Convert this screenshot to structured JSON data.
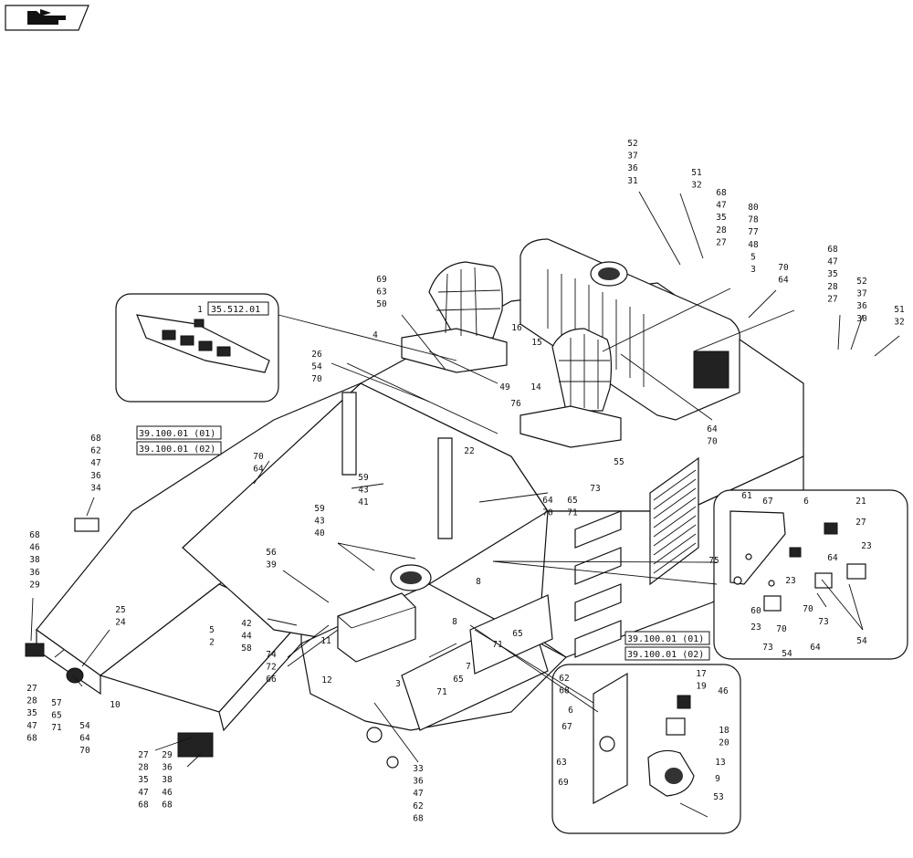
{
  "nav_icon": "return-arrow-icon",
  "callouts": [
    {
      "id": "c1",
      "lines": [
        "52",
        "37",
        "36",
        "31"
      ]
    },
    {
      "id": "c2",
      "lines": [
        "51",
        "32"
      ]
    },
    {
      "id": "c3",
      "lines": [
        "68",
        "47",
        "35",
        "28",
        "27"
      ]
    },
    {
      "id": "c4",
      "lines": [
        "80",
        "78",
        "77",
        "48",
        "5",
        "3"
      ]
    },
    {
      "id": "c5",
      "lines": [
        "70",
        "64"
      ]
    },
    {
      "id": "c6",
      "lines": [
        "68",
        "47",
        "35",
        "28",
        "27"
      ]
    },
    {
      "id": "c7",
      "lines": [
        "52",
        "37",
        "36",
        "30"
      ]
    },
    {
      "id": "c8",
      "lines": [
        "51",
        "32"
      ]
    },
    {
      "id": "c9",
      "lines": [
        "69",
        "63",
        "50"
      ]
    },
    {
      "id": "c10",
      "lines": [
        "26",
        "54",
        "70"
      ]
    },
    {
      "id": "c11",
      "lines": [
        "68",
        "62",
        "47",
        "36",
        "34"
      ]
    },
    {
      "id": "c12",
      "lines": [
        "68",
        "46",
        "38",
        "36",
        "29"
      ]
    },
    {
      "id": "c13",
      "lines": [
        "27",
        "28",
        "35",
        "47",
        "68"
      ]
    },
    {
      "id": "c14",
      "lines": [
        "57",
        "65",
        "71"
      ]
    },
    {
      "id": "c15",
      "lines": [
        "54",
        "64",
        "70"
      ]
    },
    {
      "id": "c16",
      "lines": [
        "25",
        "24"
      ]
    },
    {
      "id": "c17",
      "lines": [
        "27",
        "28",
        "35",
        "47",
        "68"
      ]
    },
    {
      "id": "c18",
      "lines": [
        "29",
        "36",
        "38",
        "46",
        "68"
      ]
    },
    {
      "id": "c19",
      "lines": [
        "33",
        "36",
        "47",
        "62",
        "68"
      ]
    },
    {
      "id": "c20",
      "lines": [
        "70",
        "64"
      ]
    },
    {
      "id": "c21",
      "lines": [
        "59",
        "43",
        "41"
      ]
    },
    {
      "id": "c22",
      "lines": [
        "59",
        "43",
        "40"
      ]
    },
    {
      "id": "c23",
      "lines": [
        "56",
        "39"
      ]
    },
    {
      "id": "c24",
      "lines": [
        "42",
        "44",
        "58"
      ]
    },
    {
      "id": "c25",
      "lines": [
        "5",
        "2"
      ]
    },
    {
      "id": "c26",
      "lines": [
        "74",
        "72",
        "66"
      ]
    },
    {
      "id": "c27",
      "lines": [
        "64",
        "70"
      ]
    },
    {
      "id": "c28",
      "lines": [
        "64",
        "70"
      ]
    },
    {
      "id": "c29",
      "lines": [
        "65",
        "71"
      ]
    },
    {
      "id": "c30",
      "lines": [
        "17",
        "19"
      ]
    },
    {
      "id": "c31",
      "lines": [
        "18",
        "20"
      ]
    },
    {
      "id": "c32",
      "lines": [
        "62",
        "68"
      ]
    }
  ],
  "single_labels": [
    {
      "id": "s1",
      "text": "4"
    },
    {
      "id": "s2",
      "text": "16"
    },
    {
      "id": "s3",
      "text": "15"
    },
    {
      "id": "s4",
      "text": "49"
    },
    {
      "id": "s5",
      "text": "14"
    },
    {
      "id": "s6",
      "text": "76"
    },
    {
      "id": "s7",
      "text": "22"
    },
    {
      "id": "s8",
      "text": "55"
    },
    {
      "id": "s9",
      "text": "73"
    },
    {
      "id": "s10",
      "text": "8"
    },
    {
      "id": "s11",
      "text": "71"
    },
    {
      "id": "s12",
      "text": "65"
    },
    {
      "id": "s13",
      "text": "8"
    },
    {
      "id": "s14",
      "text": "7"
    },
    {
      "id": "s15",
      "text": "65"
    },
    {
      "id": "s16",
      "text": "71"
    },
    {
      "id": "s17",
      "text": "3"
    },
    {
      "id": "s18",
      "text": "11"
    },
    {
      "id": "s19",
      "text": "12"
    },
    {
      "id": "s20",
      "text": "10"
    },
    {
      "id": "s21",
      "text": "1"
    },
    {
      "id": "s22",
      "text": "61"
    },
    {
      "id": "s23",
      "text": "67"
    },
    {
      "id": "s24",
      "text": "6"
    },
    {
      "id": "s25",
      "text": "21"
    },
    {
      "id": "s26",
      "text": "27"
    },
    {
      "id": "s27",
      "text": "23"
    },
    {
      "id": "s28",
      "text": "64"
    },
    {
      "id": "s29",
      "text": "75"
    },
    {
      "id": "s30",
      "text": "23"
    },
    {
      "id": "s31",
      "text": "60"
    },
    {
      "id": "s32",
      "text": "23"
    },
    {
      "id": "s33",
      "text": "70"
    },
    {
      "id": "s34",
      "text": "73"
    },
    {
      "id": "s35",
      "text": "54"
    },
    {
      "id": "s36",
      "text": "64"
    },
    {
      "id": "s37",
      "text": "70"
    },
    {
      "id": "s38",
      "text": "73"
    },
    {
      "id": "s39",
      "text": "54"
    },
    {
      "id": "s40",
      "text": "46"
    },
    {
      "id": "s41",
      "text": "6"
    },
    {
      "id": "s42",
      "text": "67"
    },
    {
      "id": "s43",
      "text": "13"
    },
    {
      "id": "s44",
      "text": "9"
    },
    {
      "id": "s45",
      "text": "63"
    },
    {
      "id": "s46",
      "text": "69"
    },
    {
      "id": "s47",
      "text": "53"
    }
  ],
  "references": [
    {
      "id": "r1",
      "text": "35.512.01"
    },
    {
      "id": "r2",
      "text": "39.100.01 (01)"
    },
    {
      "id": "r3",
      "text": "39.100.01 (02)"
    },
    {
      "id": "r4",
      "text": "39.100.01 (01)"
    },
    {
      "id": "r5",
      "text": "39.100.01 (02)"
    }
  ]
}
